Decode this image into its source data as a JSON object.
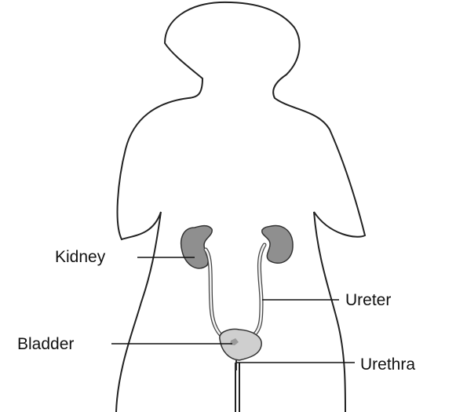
{
  "labels": {
    "kidney": "Kidney",
    "ureter": "Ureter",
    "bladder": "Bladder",
    "urethra": "Urethra"
  },
  "colors": {
    "outline": "#222222",
    "kidney_fill": "#8f8f8f",
    "bladder_fill": "#cfcfcf",
    "ureter_fill": "#f2f2f2"
  }
}
